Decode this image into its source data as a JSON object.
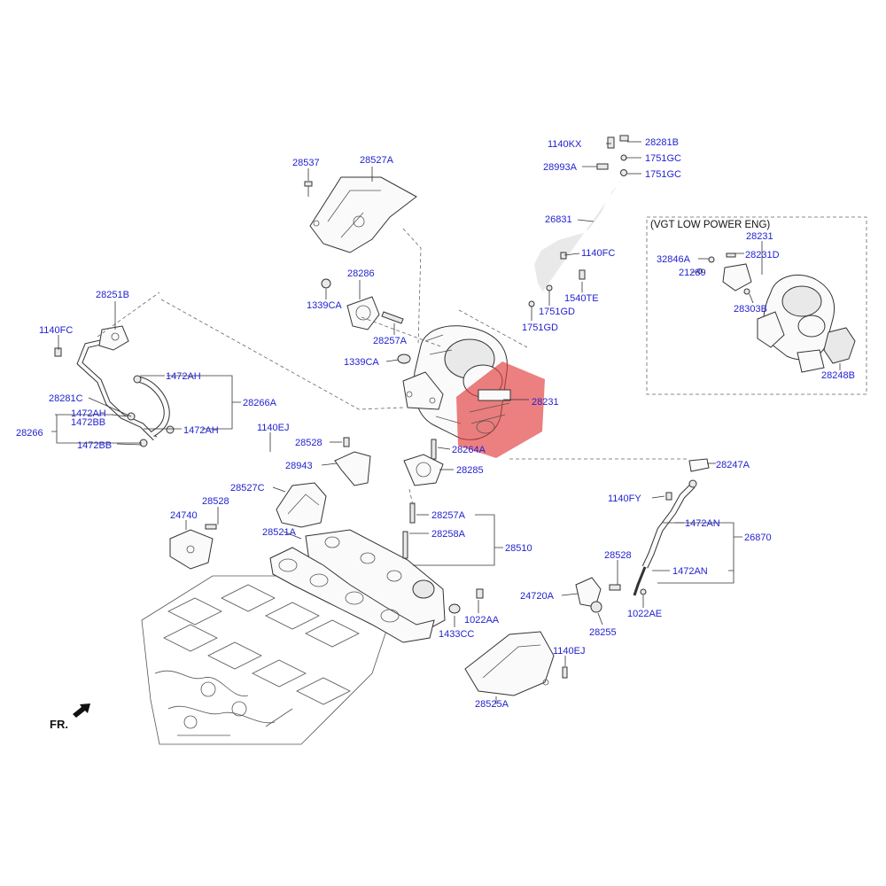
{
  "diagram": {
    "inset_title": "(VGT LOW POWER ENG)",
    "direction_label": "FR.",
    "highlight_color": "#e23a3a",
    "label_color": "#1f1fd0",
    "labels": [
      "1140KX",
      "28281B",
      "1751GC",
      "28993A",
      "1751GC",
      "26831",
      "1140FC",
      "1540TE",
      "1751GD",
      "1751GD",
      "28537",
      "28527A",
      "28286",
      "1339CA",
      "28257A",
      "1339CA",
      "28231",
      "28264A",
      "28285",
      "28251B",
      "1140FC",
      "1472AH",
      "28281C",
      "28266A",
      "1472AH",
      "1472BB",
      "28266",
      "1472AH",
      "1472BB",
      "1140EJ",
      "28528",
      "28943",
      "28527C",
      "28521A",
      "24740",
      "28528",
      "28257A",
      "28258A",
      "28510",
      "1022AA",
      "1433CC",
      "28247A",
      "1140FY",
      "1472AN",
      "26870",
      "1472AN",
      "28528",
      "24720A",
      "1022AE",
      "28255",
      "1140EJ",
      "28525A",
      "28231",
      "32846A",
      "28231D",
      "21289",
      "28303B",
      "28248B"
    ]
  }
}
